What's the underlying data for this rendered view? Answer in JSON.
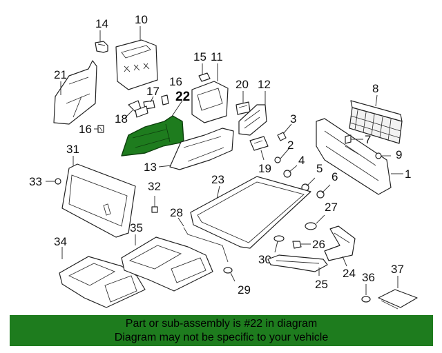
{
  "highlight": {
    "part_number": "22",
    "color": "#1e7c1e"
  },
  "callouts": {
    "c1": "1",
    "c2": "2",
    "c3": "3",
    "c4": "4",
    "c5": "5",
    "c6": "6",
    "c7": "7",
    "c8": "8",
    "c9": "9",
    "c10": "10",
    "c11": "11",
    "c12": "12",
    "c13": "13",
    "c14": "14",
    "c15": "15",
    "c16a": "16",
    "c16b": "16",
    "c17": "17",
    "c18": "18",
    "c19": "19",
    "c20": "20",
    "c21": "21",
    "c22": "22",
    "c23": "23",
    "c24": "24",
    "c25": "25",
    "c26": "26",
    "c27": "27",
    "c28": "28",
    "c29": "29",
    "c30": "30",
    "c31": "31",
    "c32": "32",
    "c33": "33",
    "c34": "34",
    "c35": "35",
    "c36": "36",
    "c37": "37"
  },
  "footer": {
    "line1": "Part or sub-assembly is #22 in diagram",
    "line2": "Diagram may not be specific to your vehicle"
  }
}
